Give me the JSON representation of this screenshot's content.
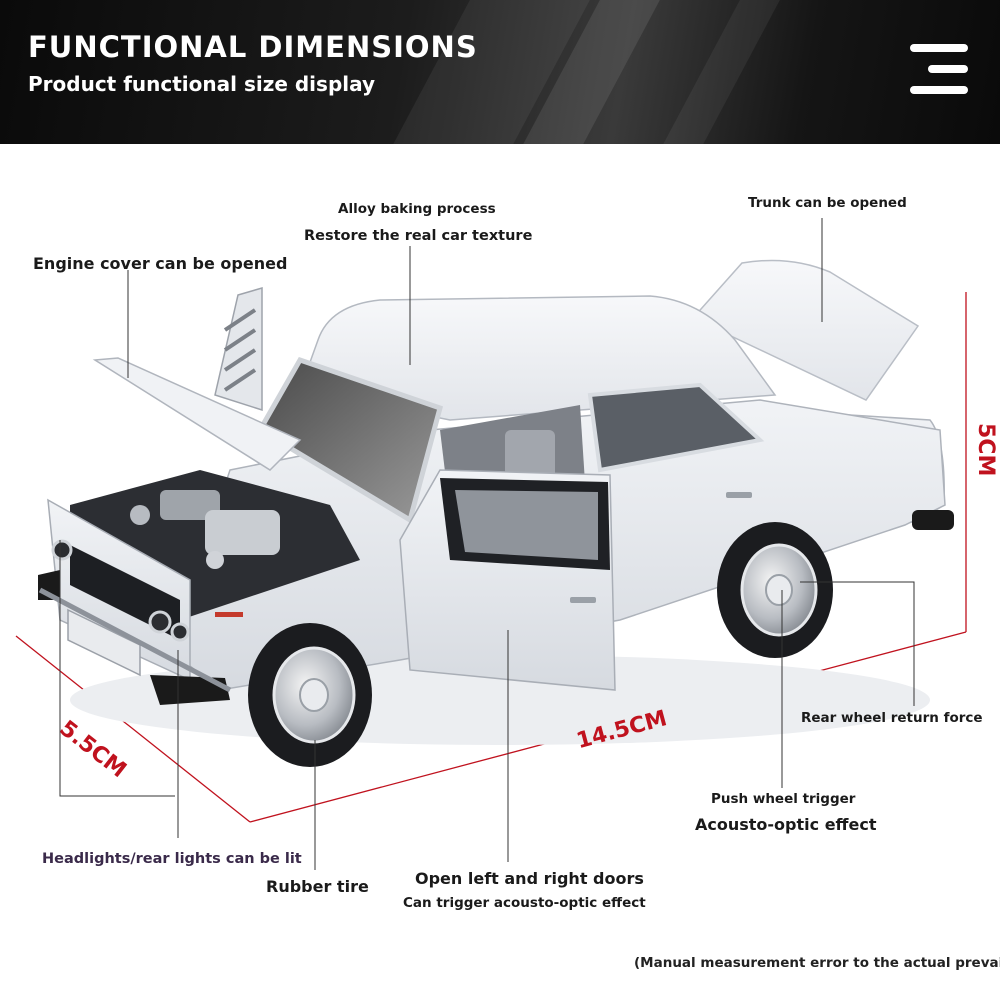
{
  "header": {
    "title": "FUNCTIONAL DIMENSIONS",
    "subtitle": "Product functional size display"
  },
  "callouts": {
    "engine_cover": "Engine cover can be opened",
    "alloy_process": "Alloy baking process",
    "real_texture": "Restore the real car texture",
    "trunk": "Trunk can be opened",
    "rear_wheel": "Rear wheel return force",
    "push_wheel": "Push wheel trigger",
    "acousto_optic": "Acousto-optic effect",
    "headlights": "Headlights/rear lights can be lit",
    "rubber_tire": "Rubber tire",
    "doors": "Open left and right doors",
    "doors_trigger": "Can trigger acousto-optic effect"
  },
  "dimensions": {
    "width": "5.5CM",
    "length": "14.5CM",
    "height": "5CM"
  },
  "footnote": "(Manual measurement error to the actual prevail)",
  "colors": {
    "header_bg": "#111111",
    "dimension_red": "#c0121e",
    "car_body": "#eef0f3"
  },
  "icons": {
    "menu": "hamburger-menu-icon"
  }
}
